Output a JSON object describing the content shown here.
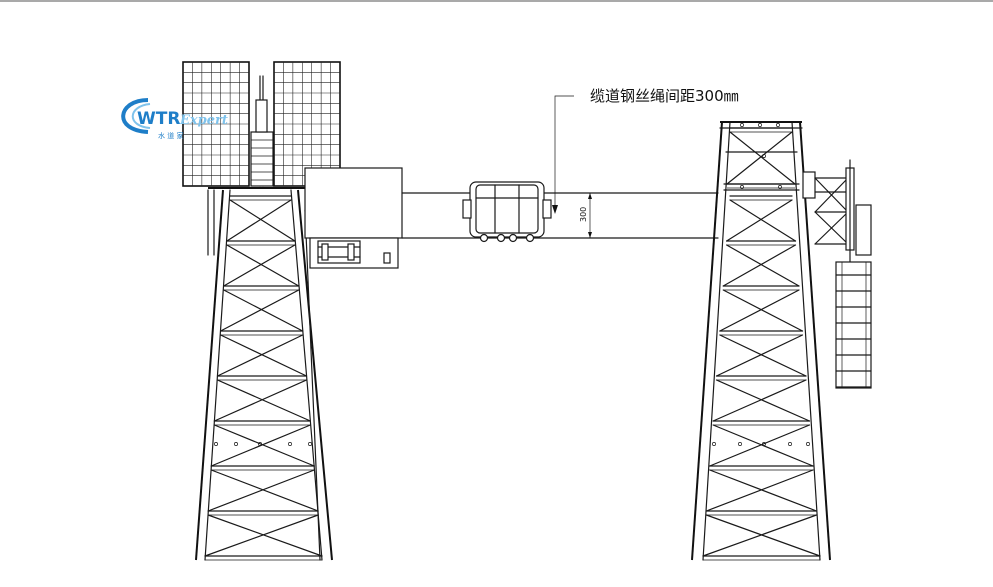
{
  "annotation": {
    "cable_spacing_label": "缆道钢丝绳间距300㎜",
    "dimension_value": "300"
  },
  "logo": {
    "brand": "WTR",
    "suffix": "Expert",
    "subtitle": "水 道 家"
  },
  "colors": {
    "line": "#1a1a1a",
    "logo_primary": "#1e7ec8",
    "logo_secondary": "#7fc3ec"
  }
}
